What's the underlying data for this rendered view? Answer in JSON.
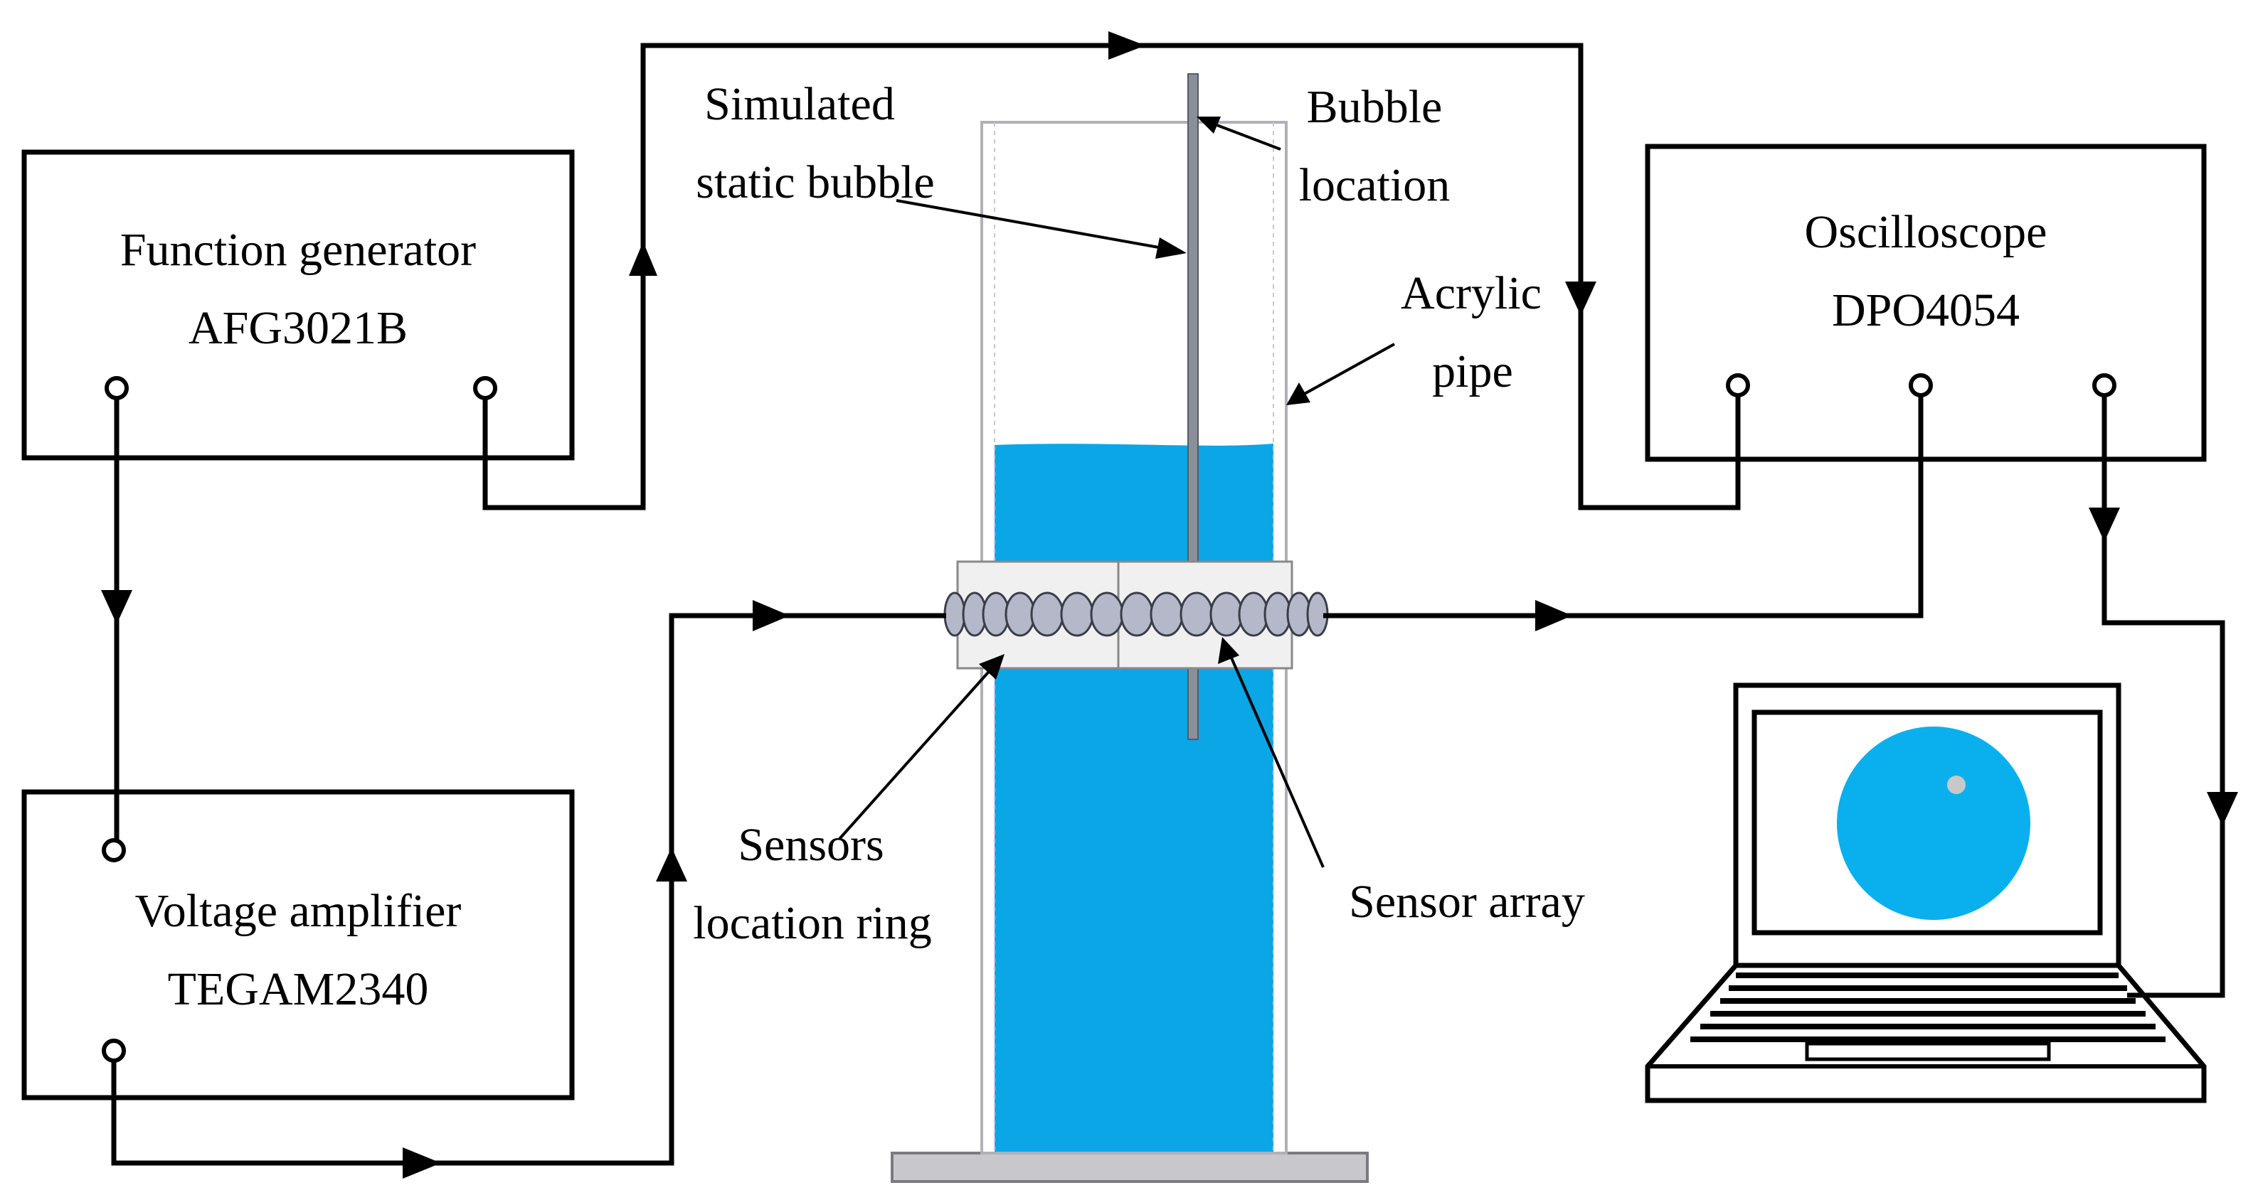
{
  "devices": {
    "function_generator": {
      "name": "Function generator",
      "model": "AFG3021B"
    },
    "voltage_amplifier": {
      "name": "Voltage amplifier",
      "model": "TEGAM2340"
    },
    "oscilloscope": {
      "name": "Oscilloscope",
      "model": "DPO4054"
    }
  },
  "labels": {
    "simulated_bubble": [
      "Simulated",
      "static bubble"
    ],
    "bubble_location": [
      "Bubble",
      "location"
    ],
    "acrylic_pipe": [
      "Acrylic",
      "pipe"
    ],
    "sensors_ring": [
      "Sensors",
      "location ring"
    ],
    "sensor_array": "Sensor array"
  },
  "colors": {
    "water": "#0aa6e6",
    "screen_circle": "#0ab0ee",
    "bubble_dot": "#c8c8c8",
    "ring": "#f0f0f0",
    "sensor": "#b4b8c8",
    "base": "#c8c8cc"
  },
  "icons": [
    "laptop-icon"
  ]
}
